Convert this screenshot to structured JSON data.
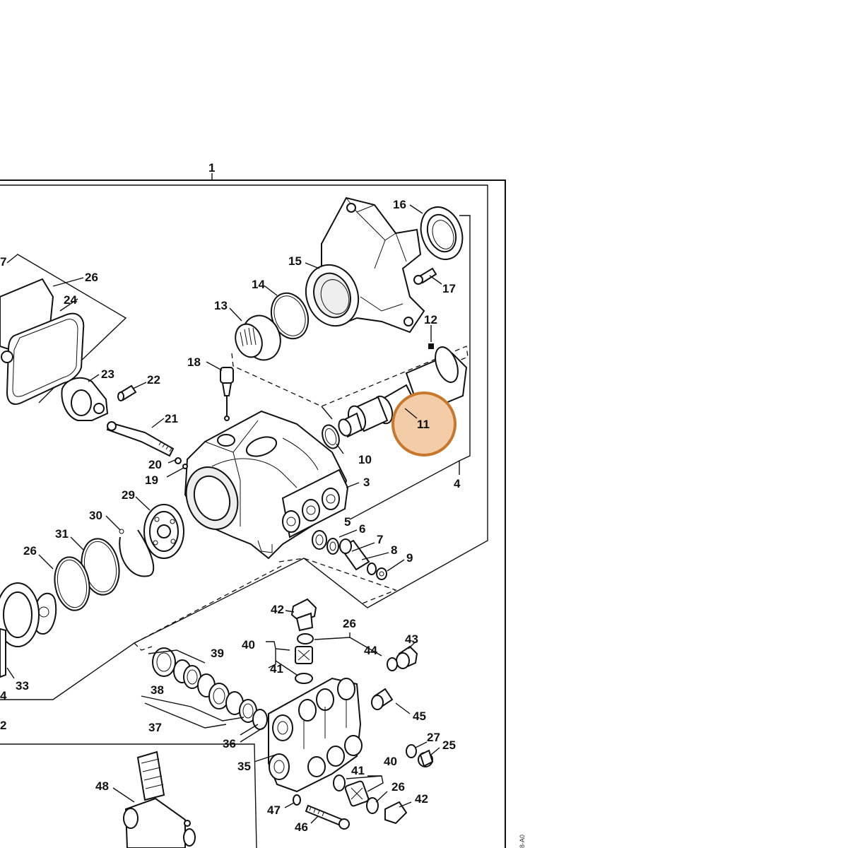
{
  "labels": {
    "l1": "1",
    "l3": "3",
    "l4": "4",
    "l5": "5",
    "l6": "6",
    "l7": "7",
    "l8": "8",
    "l9": "9",
    "l10": "10",
    "l11": "11",
    "l12": "12",
    "l13": "13",
    "l14": "14",
    "l15": "15",
    "l16": "16",
    "l17": "17",
    "l18": "18",
    "l19": "19",
    "l20": "20",
    "l21": "21",
    "l22": "22",
    "l23": "23",
    "l24": "24",
    "l26a": "26",
    "l26b": "26",
    "l26c": "26",
    "l26d": "26",
    "l27a": "7",
    "l27": "27",
    "l25": "25",
    "l29": "29",
    "l30": "30",
    "l31": "31",
    "l33": "33",
    "l34": "4",
    "l32": "2",
    "l35": "35",
    "l36": "36",
    "l37": "37",
    "l38": "38",
    "l39": "39",
    "l40a": "40",
    "l40b": "40",
    "l41a": "41",
    "l41b": "41",
    "l42a": "42",
    "l42b": "42",
    "l43": "43",
    "l44": "44",
    "l45": "45",
    "l46": "46",
    "l47": "47",
    "l48": "48"
  },
  "highlight": {
    "part": "11",
    "color": "#C8772C",
    "fill": "#F3CDA8"
  },
  "doc_code": "8-A0"
}
